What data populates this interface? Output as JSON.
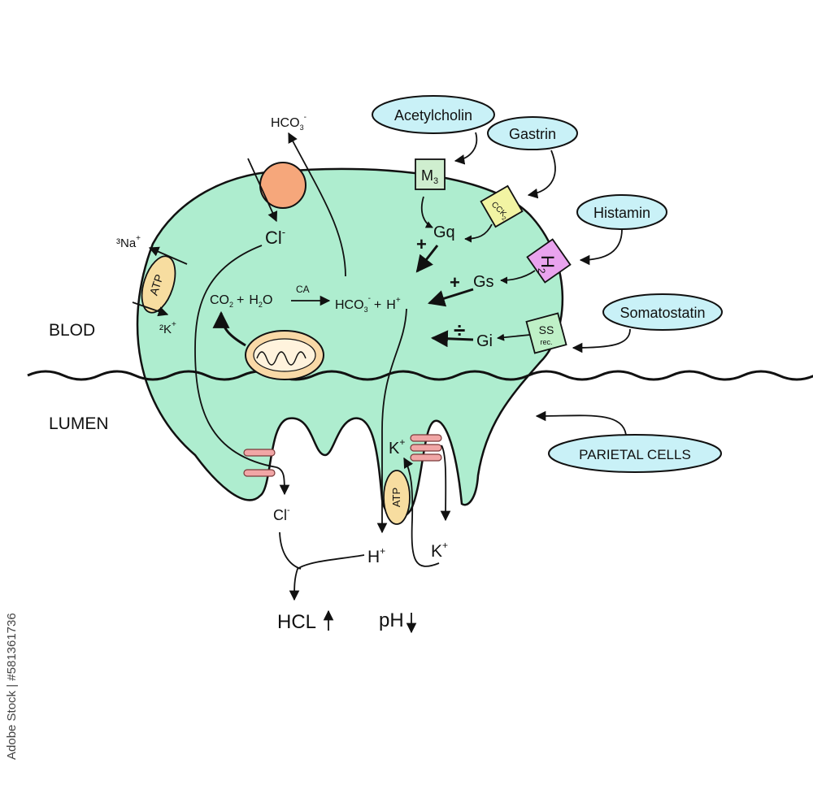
{
  "regions": {
    "blood": "BLOD",
    "lumen": "LUMEN"
  },
  "cell_label": "PARIETAL CELLS",
  "ligands": {
    "acetylcholine": "Acetylcholin",
    "gastrin": "Gastrin",
    "histamine": "Histamin",
    "somatostatin": "Somatostatin"
  },
  "receptors": {
    "m3": {
      "main": "M",
      "sub": "3"
    },
    "cck": {
      "main": "CCK",
      "sub": "2"
    },
    "h2": {
      "main": "H",
      "sub": "2"
    },
    "ss": {
      "line1": "SS",
      "line2": "rec."
    }
  },
  "g_proteins": {
    "gq": {
      "sign": "+",
      "label": "Gq"
    },
    "gs": {
      "sign": "+",
      "label": "Gs"
    },
    "gi": {
      "sign": "÷",
      "label": "Gi"
    }
  },
  "reaction": {
    "co2": "CO",
    "co2_sub": "2",
    "plus1": "+",
    "h2o_h": "H",
    "h2o_sub": "2",
    "h2o_o": "O",
    "enzyme": "CA",
    "hco3": "HCO",
    "hco3_sub": "3",
    "hco3_sup": "-",
    "plus2": "+",
    "h": "H",
    "h_sup": "+"
  },
  "ions": {
    "hco3_out": "HCO",
    "hco3_out_sub": "3",
    "hco3_out_sup": "-",
    "cl_in": "Cl",
    "cl_in_sup": "-",
    "na": "³Na",
    "na_sup": "+",
    "k_in": "²K",
    "k_in_sup": "+",
    "cl_lumen": "Cl",
    "cl_lumen_sup": "-",
    "h_lumen": "H",
    "h_lumen_sup": "+",
    "k_pump": "K",
    "k_pump_sup": "+",
    "k_lumen": "K",
    "k_lumen_sup": "+"
  },
  "atp_label": "ATP",
  "results": {
    "hcl": "HCL",
    "ph": "pH"
  },
  "watermark": "Adobe Stock | #581361736",
  "colors": {
    "cell": "#aeedcf",
    "oval": "#c9f1f7",
    "atp": "#f7dda0",
    "exchanger": "#f6a77b",
    "channel": "#f1a6a6",
    "m3": "#cfeecf",
    "cck": "#f2f4a3",
    "h2": "#e9a3ee",
    "ss": "#bff0c7"
  }
}
